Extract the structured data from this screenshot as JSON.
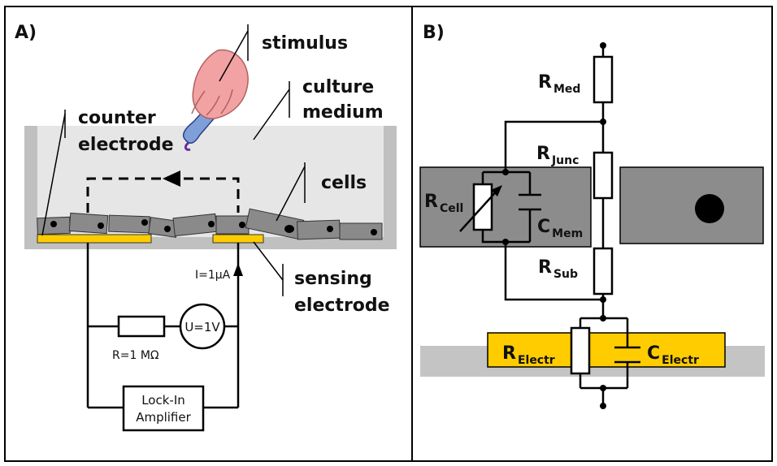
{
  "panel_a": {
    "label": "A)",
    "stimulus": "stimulus",
    "culture_medium_1": "culture",
    "culture_medium_2": "medium",
    "counter_electrode_1": "counter",
    "counter_electrode_2": "electrode",
    "cells": "cells",
    "sensing_electrode_1": "sensing",
    "sensing_electrode_2": "electrode",
    "current": "I=1μA",
    "voltage_source": "U=1V",
    "resistor": "R=1 MΩ",
    "amplifier_1": "Lock-In",
    "amplifier_2": "Amplifier"
  },
  "panel_b": {
    "label": "B)",
    "r_med": "R",
    "r_med_sub": "Med",
    "r_junc": "R",
    "r_junc_sub": "Junc",
    "r_cell": "R",
    "r_cell_sub": "Cell",
    "c_mem": "C",
    "c_mem_sub": "Mem",
    "r_sub": "R",
    "r_sub_sub": "Sub",
    "r_electr": "R",
    "r_electr_sub": "Electr",
    "c_electr": "C",
    "c_electr_sub": "Electr"
  },
  "colors": {
    "electrode": "#ffcc00",
    "medium": "#e6e6e6",
    "well": "#c0c0c0",
    "cell": "#8a8a8a",
    "cell_dark": "#8c8c8c",
    "substrate": "#c4c4c4"
  }
}
